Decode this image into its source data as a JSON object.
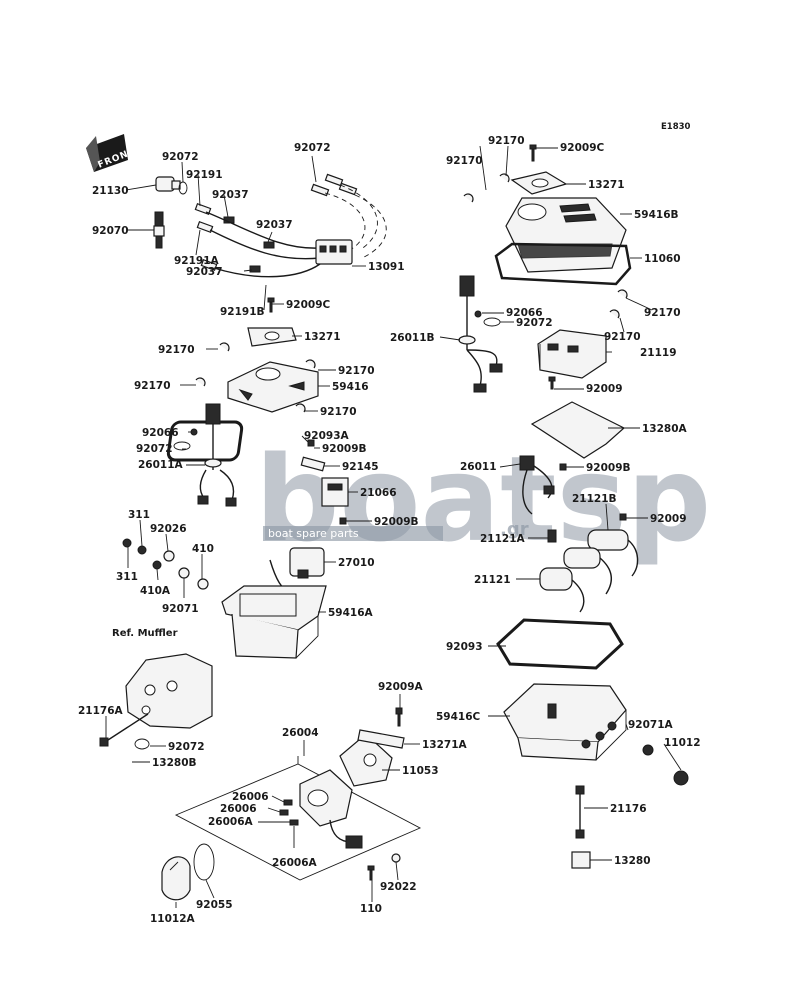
{
  "diagram_code": "E1830",
  "front_label": "FRONT",
  "ref_label": "Ref. Muffler",
  "watermark": {
    "brand": "boatsp",
    "tagline": "boat spare parts",
    "suffix": ".gr"
  },
  "labels": {
    "l21130": "21130",
    "l92072a": "92072",
    "l92191": "92191",
    "l92037a": "92037",
    "l92070": "92070",
    "l92191a": "92191A",
    "l92037b": "92037",
    "l92037c": "92037",
    "l92072b": "92072",
    "l13091": "13091",
    "l92191b": "92191B",
    "l92009c_l": "92009C",
    "l13271_l": "13271",
    "l92170_l1": "92170",
    "l92170_l2": "92170",
    "l59416": "59416",
    "l92170_l3": "92170",
    "l92170_l4": "92170",
    "l92066_l": "92066",
    "l92072_l": "92072",
    "l26011a": "26011A",
    "l92093a": "92093A",
    "l92009b_l": "92009B",
    "l92145": "92145",
    "l21066": "21066",
    "l92009b_l2": "92009B",
    "l27010": "27010",
    "l311a": "311",
    "l92026": "92026",
    "l410": "410",
    "l311b": "311",
    "l410a": "410A",
    "l92071": "92071",
    "l59416a": "59416A",
    "l21176a": "21176A",
    "l92072_m": "92072",
    "l13280b": "13280B",
    "l92170_r1": "92170",
    "l92009c_r": "92009C",
    "l92170_r2": "92170",
    "l13271_r": "13271",
    "l59416b": "59416B",
    "l11060": "11060",
    "l92170_r3": "92170",
    "l92066_r": "92066",
    "l92072_r": "92072",
    "l26011b": "26011B",
    "l92170_r4": "92170",
    "l21119": "21119",
    "l92009_r": "92009",
    "l13280a": "13280A",
    "l26011": "26011",
    "l92009b_r": "92009B",
    "l21121b": "21121B",
    "l92009_r2": "92009",
    "l21121a": "21121A",
    "l21121": "21121",
    "l92093": "92093",
    "l92009a": "92009A",
    "l26004": "26004",
    "l13271a": "13271A",
    "l11053": "11053",
    "l59416c": "59416C",
    "l92071a": "92071A",
    "l11012": "11012",
    "l26006a1": "26006",
    "l26006b": "26006",
    "l26006a2": "26006A",
    "l26006a3": "26006A",
    "l21176": "21176",
    "l13280": "13280",
    "l11012a": "11012A",
    "l92055": "92055",
    "l110": "110",
    "l92022": "92022"
  }
}
